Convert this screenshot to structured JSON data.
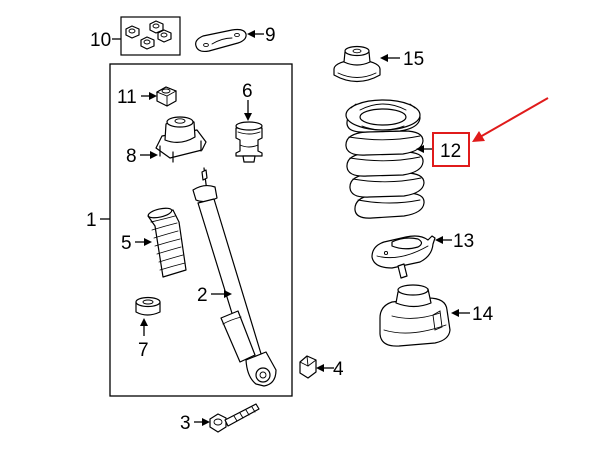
{
  "callouts": {
    "c1": "1",
    "c2": "2",
    "c3": "3",
    "c4": "4",
    "c5": "5",
    "c6": "6",
    "c7": "7",
    "c8": "8",
    "c9": "9",
    "c10": "10",
    "c11": "11",
    "c12": "12",
    "c13": "13",
    "c14": "14",
    "c15": "15"
  },
  "highlighted_part": "12",
  "colors": {
    "line": "#000000",
    "highlight": "#e01b1b",
    "background": "#ffffff"
  }
}
